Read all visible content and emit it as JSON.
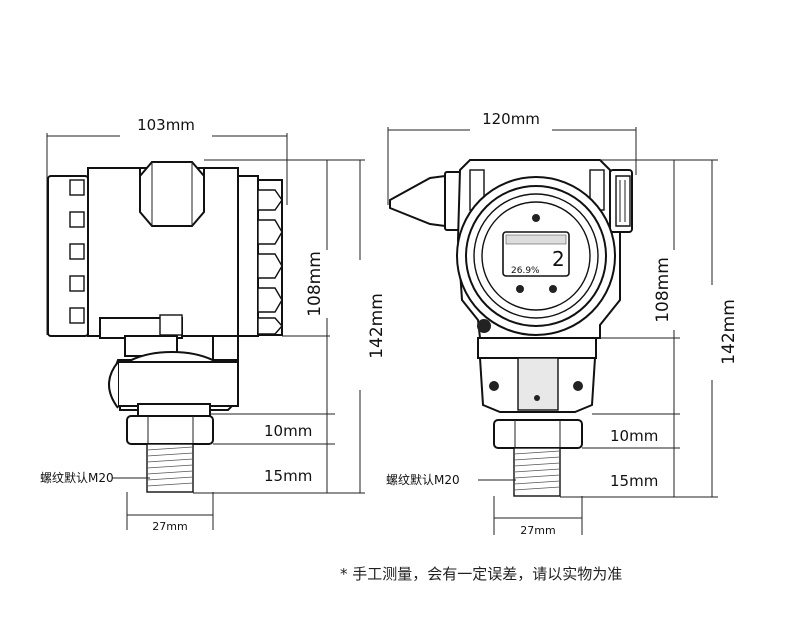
{
  "left_view": {
    "width_label": "103mm",
    "housing_height_label": "108mm",
    "total_height_label": "142mm",
    "hex_height_label": "10mm",
    "thread_height_label": "15mm",
    "hex_width_label": "27mm",
    "thread_label": "螺纹默认M20"
  },
  "right_view": {
    "width_label": "120mm",
    "housing_height_label": "108mm",
    "total_height_label": "142mm",
    "hex_height_label": "10mm",
    "thread_height_label": "15mm",
    "hex_width_label": "27mm",
    "thread_label": "螺纹默认M20",
    "display_main_value": "2",
    "display_sub_value": "26.9%"
  },
  "footnote": "* 手工测量，会有一定误差，请以实物为准"
}
